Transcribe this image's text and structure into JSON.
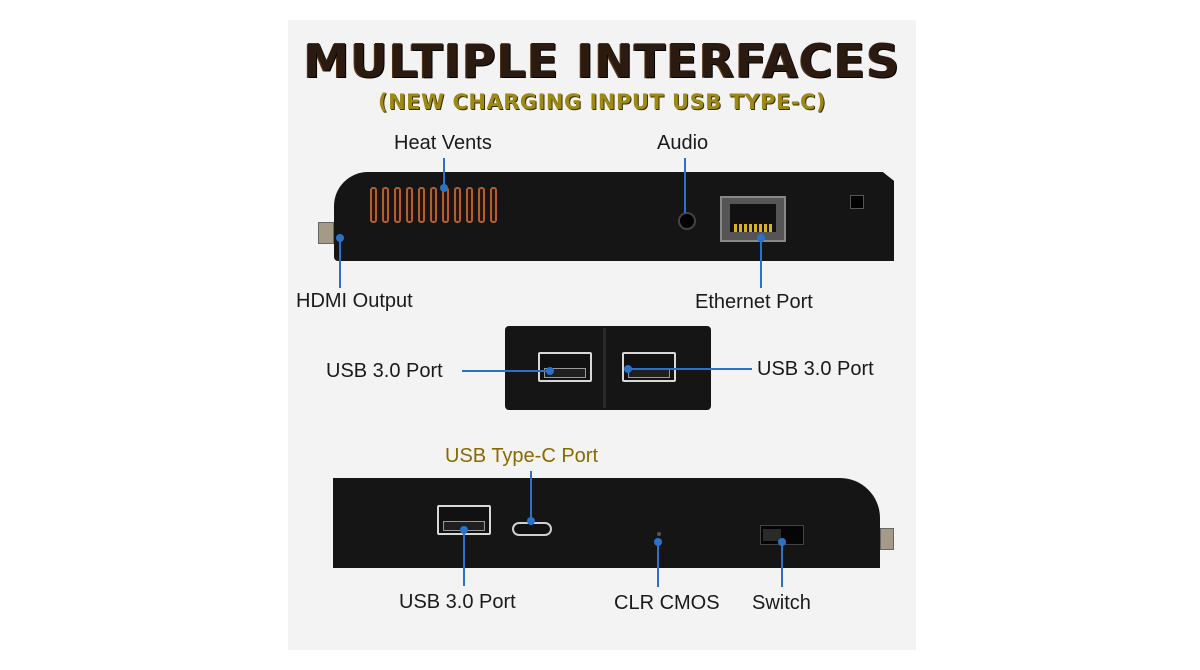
{
  "title": "MULTIPLE INTERFACES",
  "subtitle": "(NEW CHARGING INPUT USB TYPE-C)",
  "labels": {
    "heat_vents": "Heat Vents",
    "audio": "Audio",
    "hdmi_output": "HDMI Output",
    "ethernet_port": "Ethernet Port",
    "usb30_left": "USB 3.0 Port",
    "usb30_right": "USB 3.0 Port",
    "usb_type_c": "USB Type-C Port",
    "usb30_bottom": "USB 3.0 Port",
    "clr_cmos": "CLR CMOS",
    "switch": "Switch"
  },
  "colors": {
    "panel_bg": "#f3f3f3",
    "device_body": "#151515",
    "callout_line": "#2a72c8",
    "vent_glow": "#b0602a",
    "title_text": "#2a1a10",
    "subtitle_text": "#9c8a14"
  }
}
